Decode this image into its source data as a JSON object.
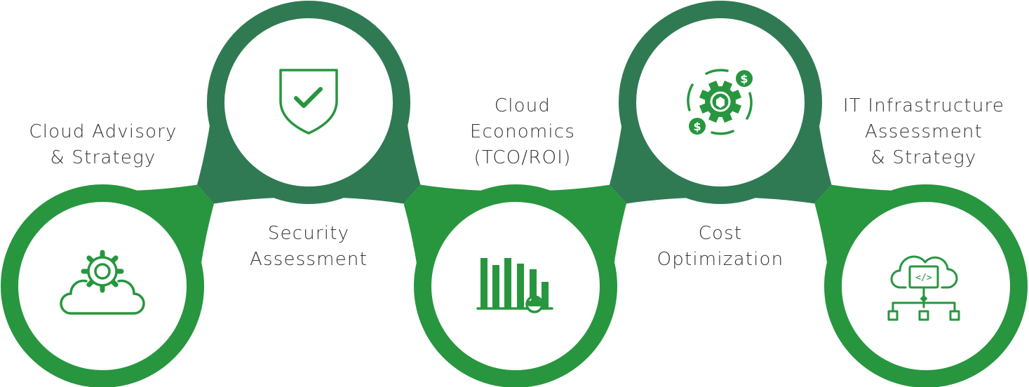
{
  "colors": {
    "bright_green": "#27963f",
    "dark_green": "#2f7a52",
    "text": "#333333"
  },
  "steps": [
    {
      "lines": [
        "Cloud Advisory",
        "& Strategy"
      ],
      "icon": "cloud-gear-icon",
      "tone": "bright"
    },
    {
      "lines": [
        "Security",
        "Assessment"
      ],
      "icon": "shield-check-icon",
      "tone": "dark"
    },
    {
      "lines": [
        "Cloud",
        "Economics",
        "(TCO/ROI)"
      ],
      "icon": "bar-chart-cloud-icon",
      "tone": "bright"
    },
    {
      "lines": [
        "Cost",
        "Optimization"
      ],
      "icon": "gear-dollar-cycle-icon",
      "tone": "dark"
    },
    {
      "lines": [
        "IT Infrastructure",
        "Assessment",
        "& Strategy"
      ],
      "icon": "cloud-code-network-icon",
      "tone": "bright"
    }
  ]
}
